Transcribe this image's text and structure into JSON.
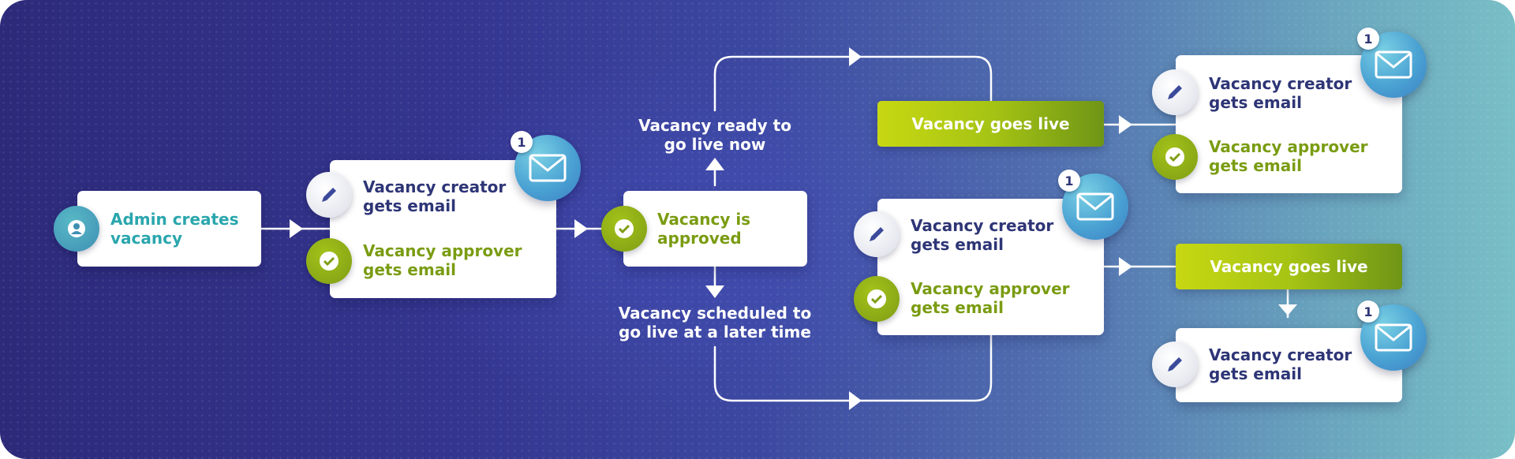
{
  "colors": {
    "blue_text": "#2e3576",
    "green_text": "#7a9c12",
    "teal_text": "#2aa6ad",
    "pill": "#a6c414"
  },
  "start": {
    "text": "Admin creates\nvacancy"
  },
  "notify1": {
    "creator": "Vacancy creator\ngets email",
    "approver": "Vacancy approver\ngets email",
    "count": "1"
  },
  "approved": {
    "text": "Vacancy is\napproved"
  },
  "branches": {
    "now": "Vacancy ready to\ngo live now",
    "later": "Vacancy scheduled to\ngo live at a later time"
  },
  "live_now": {
    "pill": "Vacancy goes live",
    "creator": "Vacancy creator\ngets email",
    "approver": "Vacancy approver\ngets email",
    "count": "1"
  },
  "scheduled": {
    "creator": "Vacancy creator\ngets email",
    "approver": "Vacancy approver\ngets email",
    "count": "1"
  },
  "live_later": {
    "pill": "Vacancy goes live",
    "creator": "Vacancy creator\ngets email",
    "count": "1"
  }
}
